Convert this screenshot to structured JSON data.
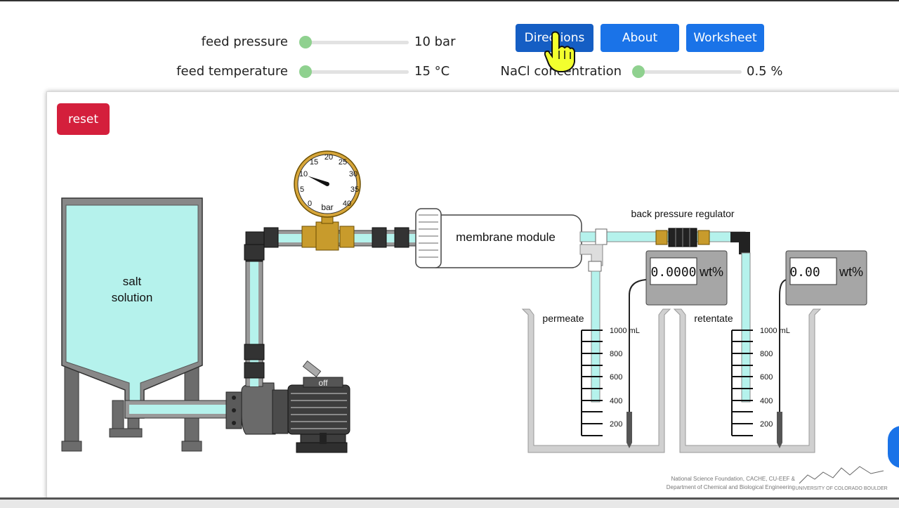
{
  "controls": {
    "feed_pressure": {
      "label": "feed pressure",
      "value": "10 bar",
      "level": 0
    },
    "feed_temperature": {
      "label": "feed temperature",
      "value": "15 °C",
      "level": 0
    },
    "nacl_concentration": {
      "label": "NaCl concentration",
      "value": "0.5 %",
      "level": 0
    }
  },
  "nav": {
    "directions": "Directions",
    "about": "About",
    "worksheet": "Worksheet"
  },
  "reset_label": "reset",
  "diagram": {
    "tank_label_1": "salt",
    "tank_label_2": "solution",
    "gauge_unit": "bar",
    "gauge_ticks": [
      "0",
      "5",
      "10",
      "15",
      "20",
      "25",
      "30",
      "35",
      "40"
    ],
    "gauge_reading": 10,
    "membrane_label": "membrane module",
    "bpr_label": "back pressure regulator",
    "pump_switch": "off",
    "permeate_label": "permeate",
    "retentate_label": "retentate",
    "permeate_display": "0.0000",
    "retentate_display": "0.00",
    "display_unit": "wt%",
    "cyl_ticks": [
      "1000 mL",
      "800",
      "600",
      "400",
      "200"
    ]
  },
  "footer": {
    "line1": "National Science Foundation, CACHE, CU-EEF &",
    "line2": "Department of Chemical and Biological Engineering",
    "logo_text": "UNIVERSITY OF COLORADO BOULDER"
  },
  "colors": {
    "accent": "#1a73e8",
    "reset": "#d41f3c",
    "liquid": "#b5f2ec",
    "slider_thumb": "#8fd18f"
  }
}
